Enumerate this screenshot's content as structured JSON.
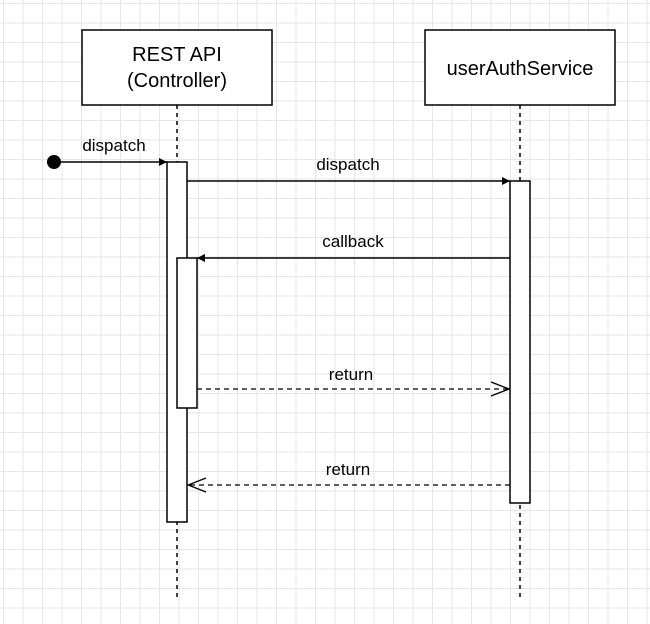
{
  "participants": [
    {
      "id": "rest",
      "line1": "REST API",
      "line2": "(Controller)"
    },
    {
      "id": "auth",
      "line1": "userAuthService"
    }
  ],
  "messages": [
    {
      "id": "m1",
      "label": "dispatch",
      "style": "solid",
      "from": "start",
      "to": "rest"
    },
    {
      "id": "m2",
      "label": "dispatch",
      "style": "solid",
      "from": "rest",
      "to": "auth"
    },
    {
      "id": "m3",
      "label": "callback",
      "style": "solid",
      "from": "auth",
      "to": "rest"
    },
    {
      "id": "m4",
      "label": "return",
      "style": "dashed",
      "from": "rest",
      "to": "auth"
    },
    {
      "id": "m5",
      "label": "return",
      "style": "dashed",
      "from": "auth",
      "to": "rest"
    }
  ],
  "colors": {
    "stroke": "#000000",
    "fill": "#ffffff",
    "grid": "#e6e6e6"
  }
}
